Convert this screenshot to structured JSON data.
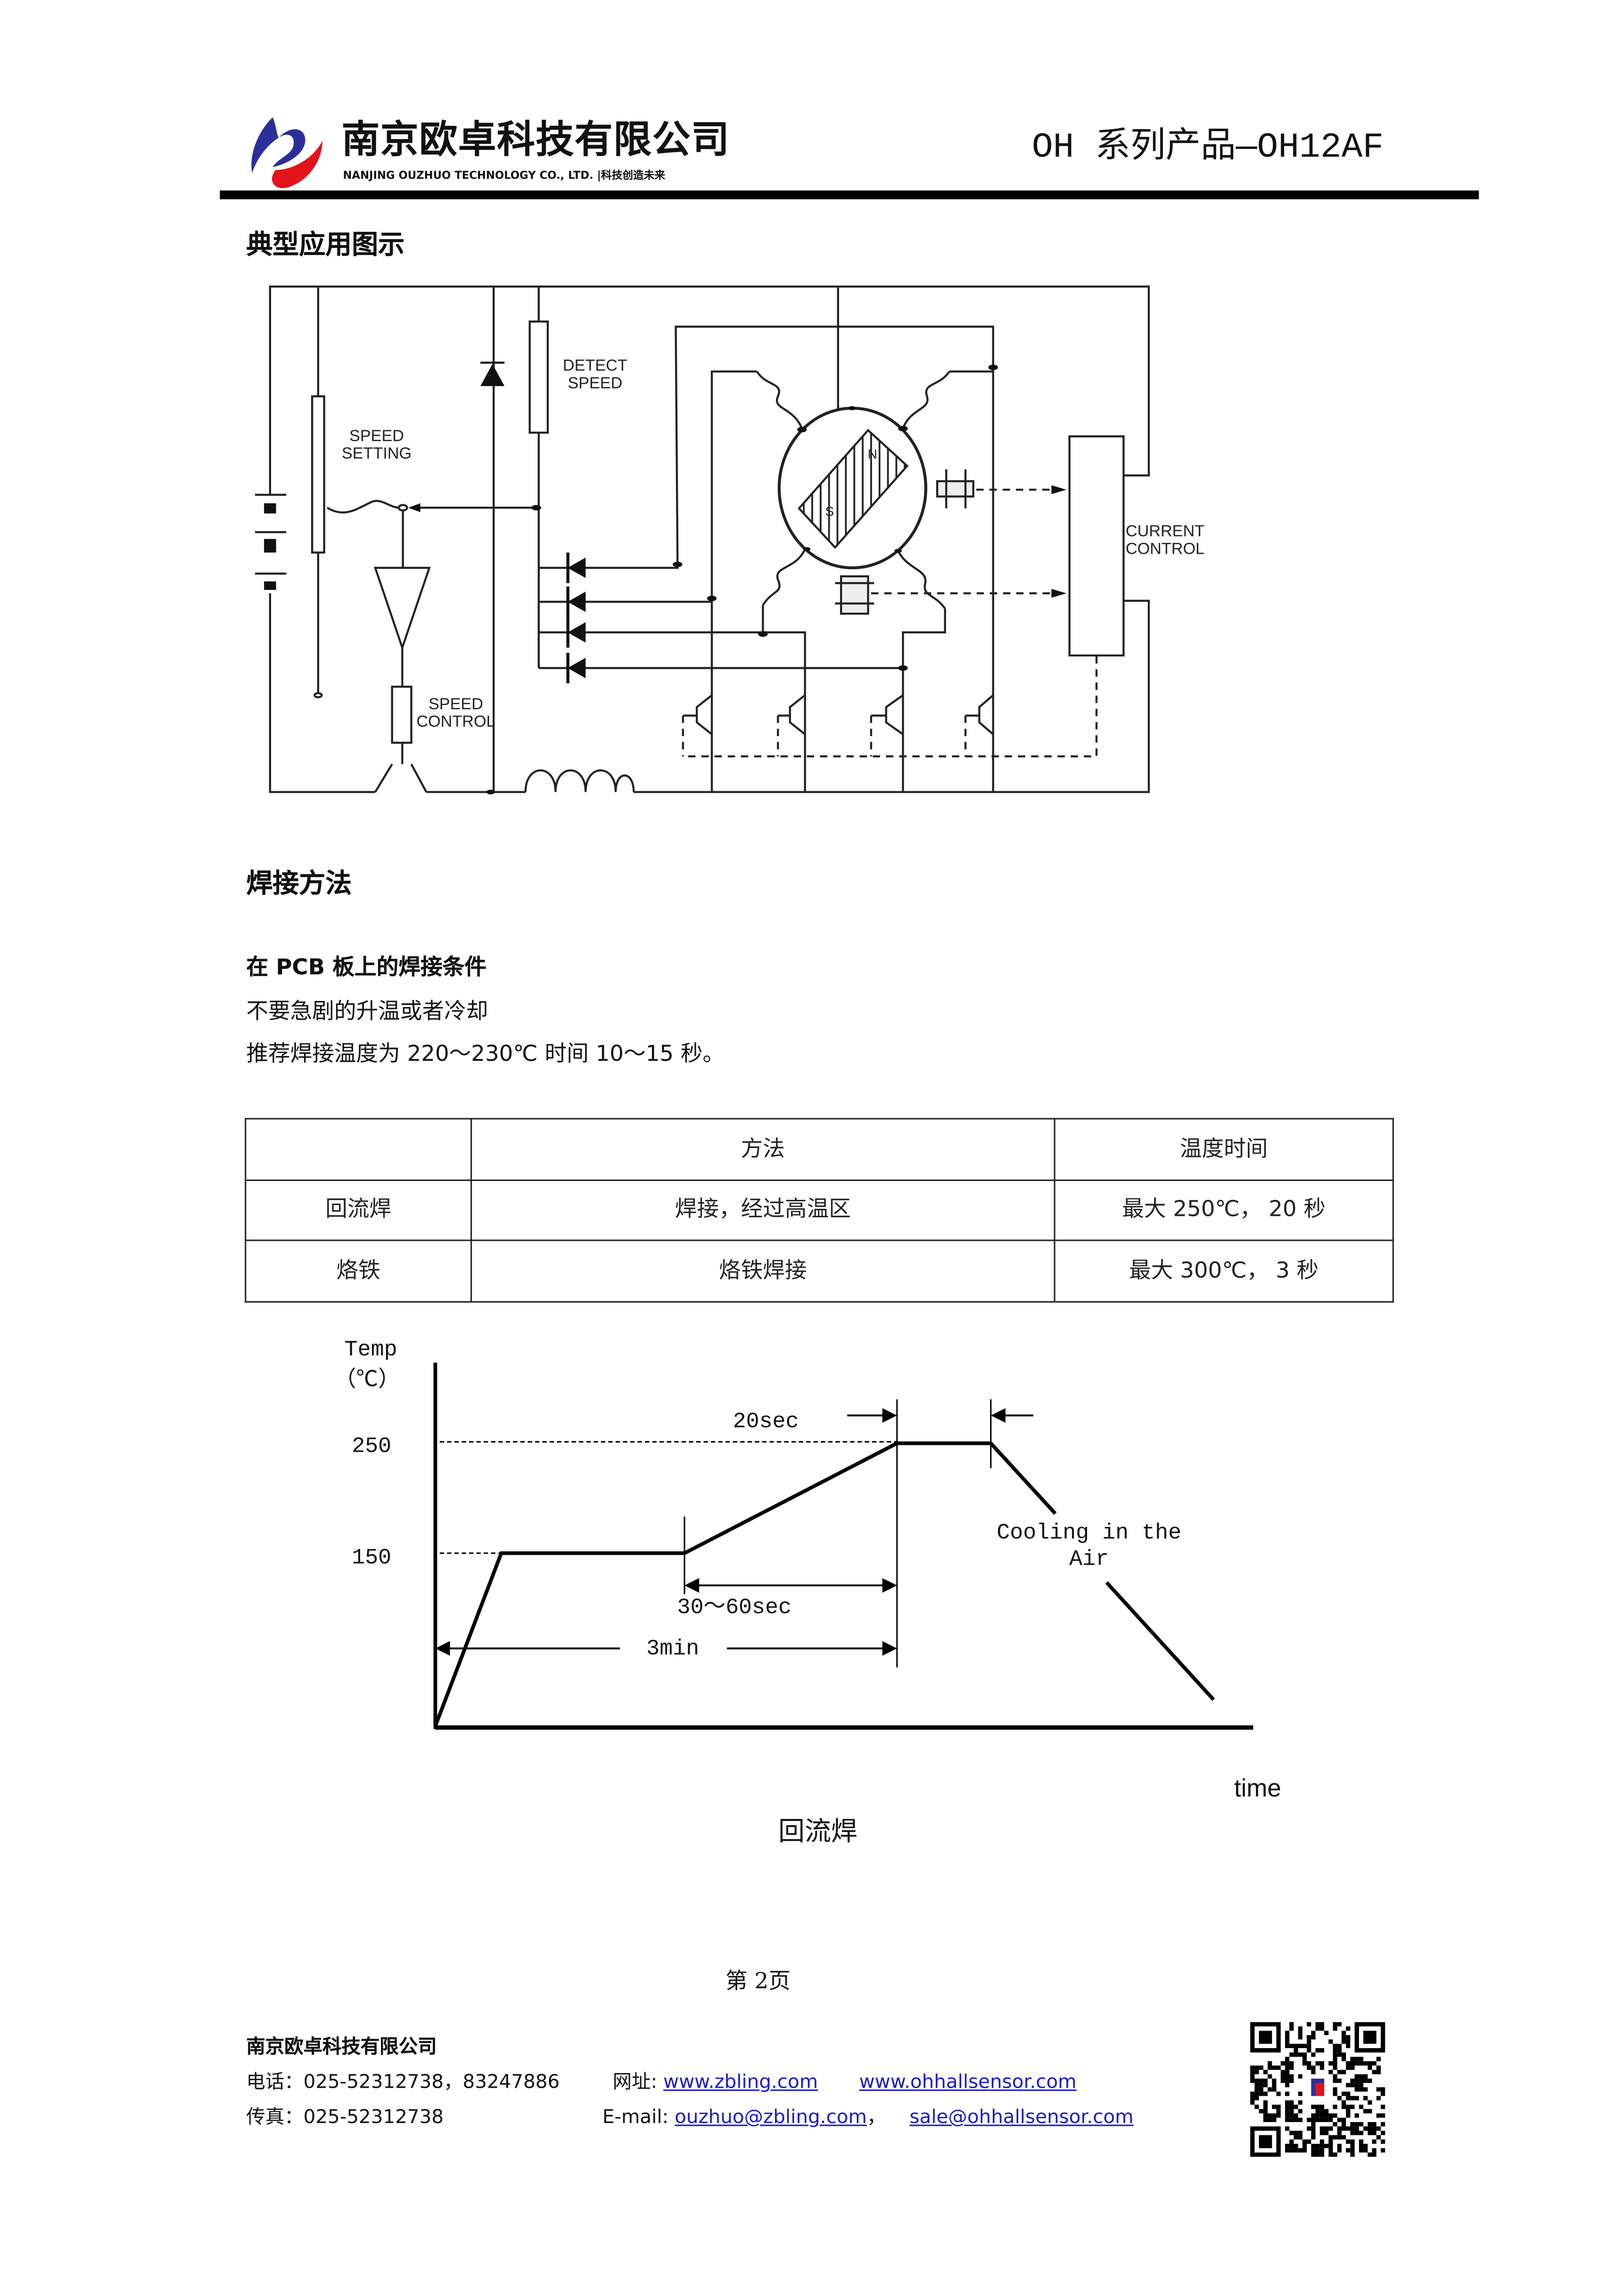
{
  "header": {
    "company_cn": "南京欧卓科技有限公司",
    "company_en": "NANJING OUZHUO TECHNOLOGY CO., LTD. |科技创造未来",
    "product_title": "OH 系列产品—OH12AF",
    "logo_colors": {
      "blue": "#2a2f9c",
      "red": "#e3121b"
    }
  },
  "section1": {
    "title": "典型应用图示",
    "circuit_labels": {
      "speed_setting": [
        "SPEED",
        "SETTING"
      ],
      "detect_speed": [
        "DETECT",
        "SPEED"
      ],
      "current_control": [
        "CURRENT",
        "CONTROL"
      ],
      "speed_control": [
        "SPEED",
        "CONTROL"
      ],
      "magnet_n": "N",
      "magnet_s": "S"
    }
  },
  "section2": {
    "title": "焊接方法",
    "subtitle": "在 PCB 板上的焊接条件",
    "line1": "不要急剧的升温或者冷却",
    "line2": "推荐焊接温度为 220～230℃  时间  10～15 秒。",
    "table": {
      "headers": [
        "",
        "方法",
        "温度时间"
      ],
      "rows": [
        [
          "回流焊",
          "焊接，经过高温区",
          "最大 250℃，  20 秒"
        ],
        [
          "烙铁",
          "烙铁焊接",
          "最大 300℃，  3 秒"
        ]
      ]
    },
    "profile": {
      "ylabel": "Temp",
      "yunit": "（℃）",
      "yticks": [
        "250",
        "150"
      ],
      "xlabel": "time",
      "ann_20sec": "20sec",
      "ann_30_60": "30～60sec",
      "ann_3min": "3min",
      "ann_cooling": [
        "Cooling in the",
        "Air"
      ],
      "caption": "回流焊"
    }
  },
  "page_number": "第 2页",
  "footer": {
    "company": "南京欧卓科技有限公司",
    "phone": "电话：025-52312738，83247886",
    "fax": "传真：025-52312738",
    "web_label": "网址:",
    "web1": "www.zbling.com",
    "web2": "www.ohhallsensor.com",
    "email_label": "E-mail:",
    "email1": "ouzhuo@zbling.com",
    "email_sep": "，",
    "email2": "sale@ohhallsensor.com"
  }
}
